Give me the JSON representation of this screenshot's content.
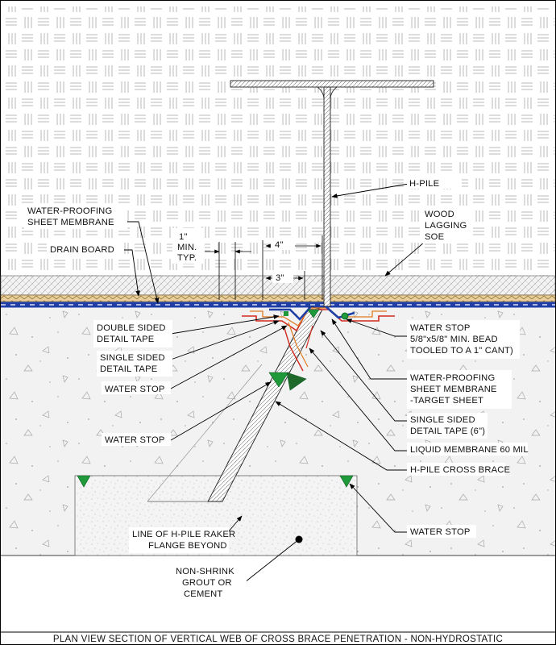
{
  "title": "PLAN VIEW SECTION OF VERTICAL WEB OF CROSS BRACE PENETRATION - NON-HYDROSTATIC",
  "dimensions": {
    "one_inch": "1\"",
    "min": "MIN.",
    "typ": "TYP.",
    "four_inch": "4\"",
    "three_inch": "3\""
  },
  "labels": {
    "h_pile": "H-PILE",
    "wp_sheet_1": "WATER-PROOFING",
    "wp_sheet_2": "SHEET MEMBRANE",
    "wood_1": "WOOD",
    "wood_2": "LAGGING",
    "wood_3": "SOE",
    "drain_board": "DRAIN BOARD",
    "double_tape_1": "DOUBLE SIDED",
    "double_tape_2": "DETAIL TAPE",
    "single_tape_1": "SINGLE SIDED",
    "single_tape_2": "DETAIL TAPE",
    "water_stop_a": "WATER STOP",
    "water_stop_b": "WATER STOP",
    "water_stop_r1": "WATER STOP",
    "bead_1": "5/8\"x5/8\" MIN. BEAD",
    "bead_2": "TOOLED TO A 1\" CANT)",
    "target_1": "WATER-PROOFING",
    "target_2": "SHEET MEMBRANE",
    "target_3": "-TARGET SHEET",
    "single6_1": "SINGLE SIDED",
    "single6_2": "DETAIL TAPE (6\")",
    "liquid": "LIQUID MEMBRANE 60 MIL",
    "cross_brace": "H-PILE CROSS BRACE",
    "water_stop_r2": "WATER STOP",
    "raker_1": "LINE OF H-PILE RAKER",
    "raker_2": "FLANGE BEYOND",
    "grout_1": "NON-SHRINK",
    "grout_2": "GROUT OR",
    "grout_3": "CEMENT"
  },
  "colors": {
    "membrane_blue": "#1f3fa6",
    "liquid_red": "#d22b1e",
    "tape_orange": "#e07a1f",
    "water_stop_green": "#1f9a3a",
    "drain_tan": "#cfa86a"
  }
}
